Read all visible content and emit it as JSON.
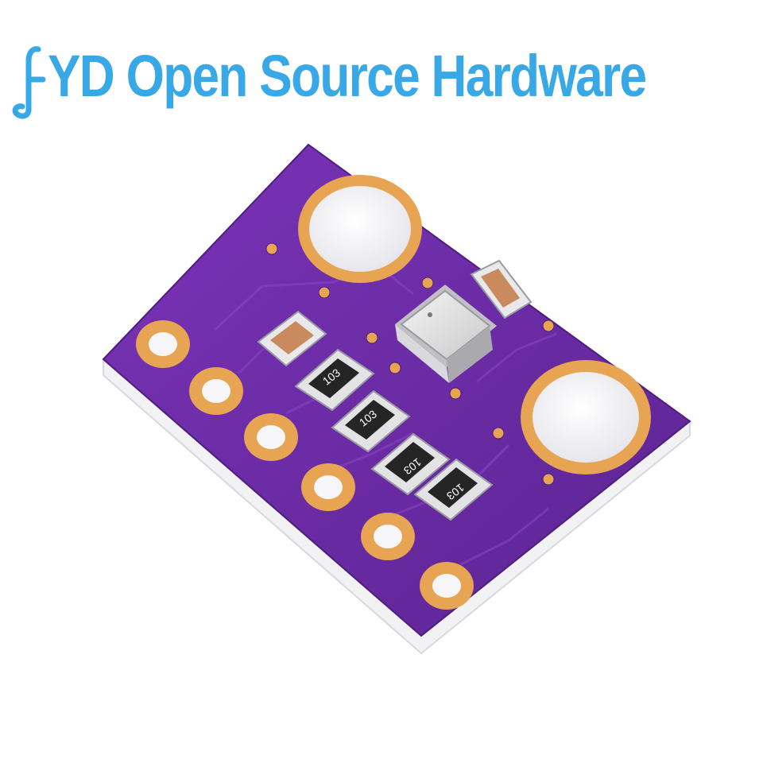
{
  "watermark": {
    "text": "YD Open Source Hardware",
    "color": "#38A8E6"
  },
  "board": {
    "pcb_color": "#6A2BA3",
    "pad_color": "#E7A452",
    "pin_pad_count": 6,
    "mounting_hole_count": 2,
    "resistors": [
      {
        "label": "103"
      },
      {
        "label": "103"
      },
      {
        "label": "103"
      },
      {
        "label": "103"
      }
    ]
  }
}
